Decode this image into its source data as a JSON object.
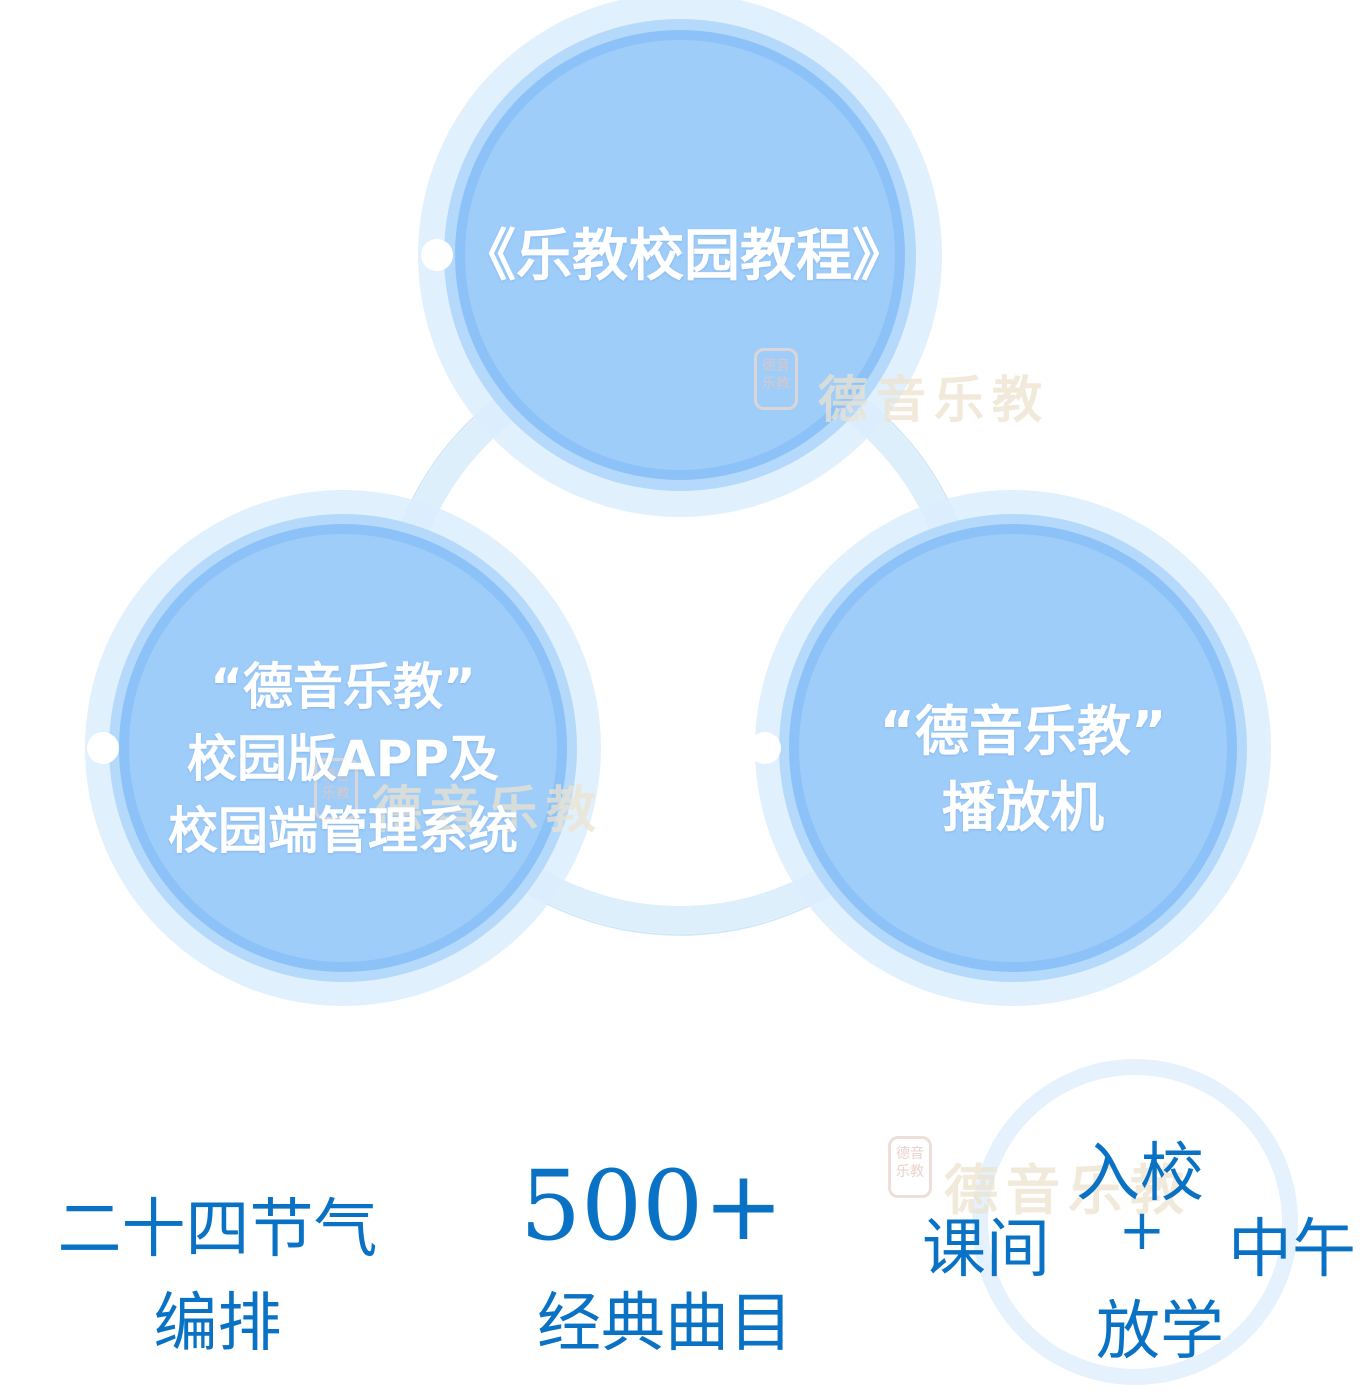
{
  "colors": {
    "ring": "#d8ecfb",
    "outer_halo": "#dcedfd",
    "circle_fill": "#9fcdfa",
    "circle_inner_ring": "#8cc2f7",
    "label_text": "#ffffff",
    "stat_text": "#0a72c4",
    "watermark_text": "#ede3cf",
    "watermark_seal": "#e4c7c0"
  },
  "circles": {
    "top": {
      "label": "《乐教校园教程》"
    },
    "left": {
      "line1": "“德音乐教”",
      "line2": "校园版APP及",
      "line3": "校园端管理系统"
    },
    "right": {
      "line1": "“德音乐教”",
      "line2": "播放机"
    }
  },
  "stats": {
    "solar_terms": {
      "line1": "二十四节气",
      "line2": "编排"
    },
    "songs": {
      "number": "500+",
      "label": "经典曲目"
    },
    "schedule": {
      "top": "入校",
      "left": "课间",
      "plus": "+",
      "right": "中午",
      "bottom": "放学"
    }
  },
  "watermark": {
    "text": "德音乐教",
    "seal": "德音乐教"
  }
}
